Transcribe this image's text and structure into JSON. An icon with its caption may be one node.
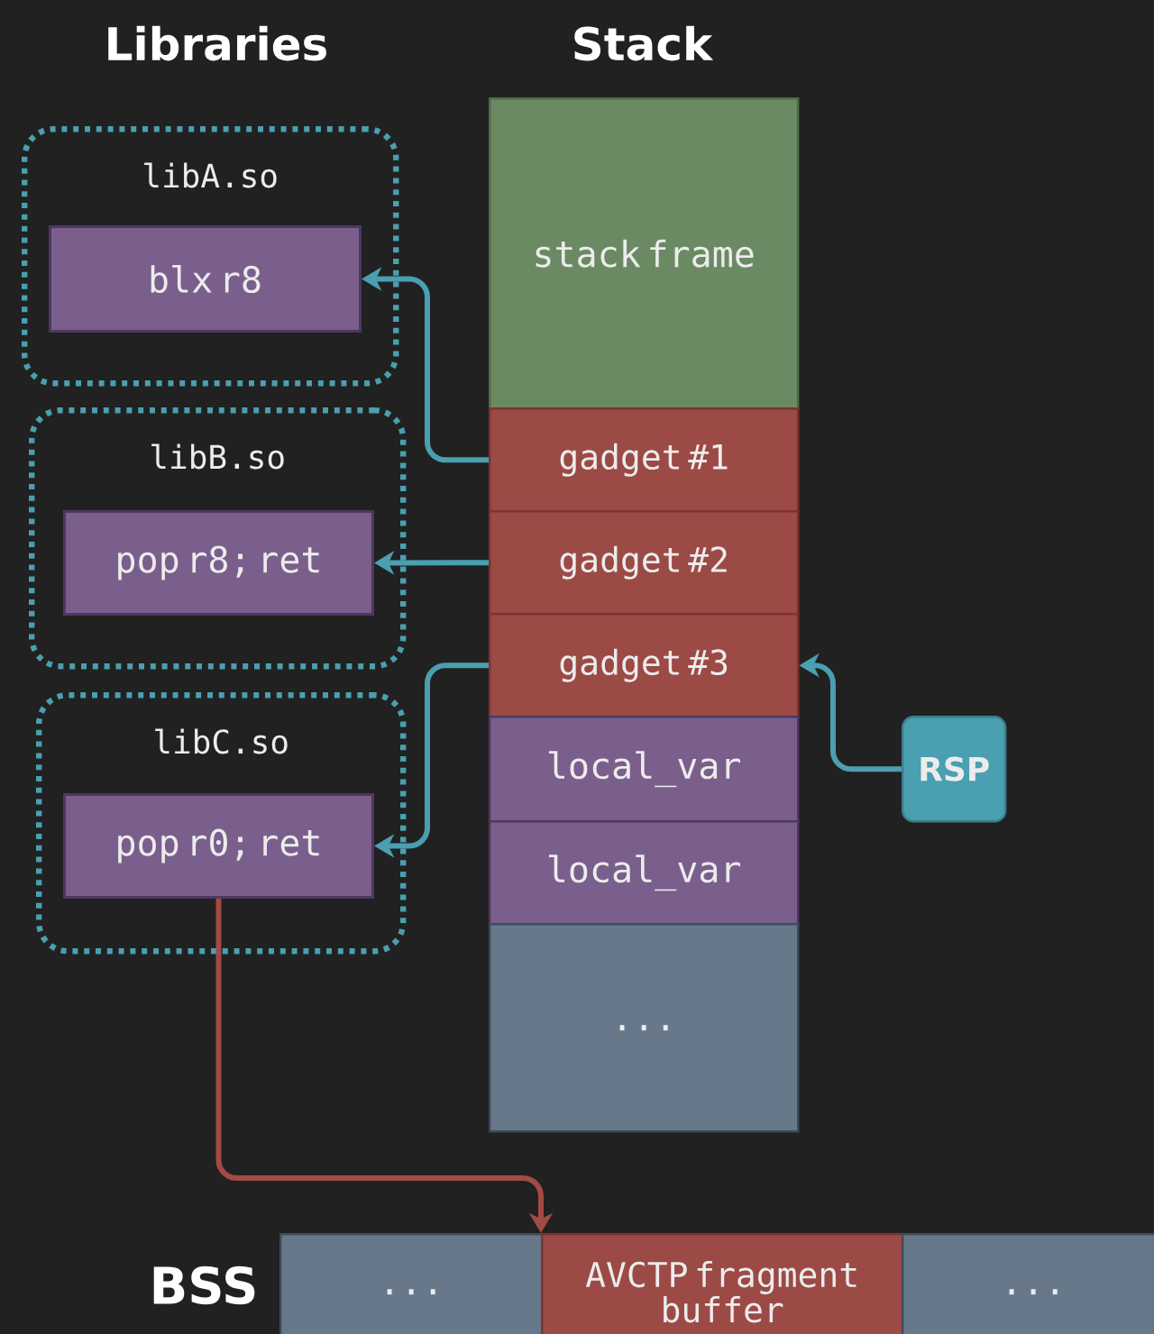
{
  "diagram": {
    "nodes": [
      {
        "text": [
          "libA.so"
        ]
      },
      {
        "text": [
          "blx r8"
        ],
        "in": 0
      },
      {
        "text": [
          "libB.so"
        ]
      },
      {
        "text": [
          "pop r8; ret"
        ],
        "in": 2
      },
      {
        "text": [
          "libC.so"
        ]
      },
      {
        "text": [
          "pop r0; ret"
        ],
        "in": 4
      },
      {
        "text": [
          "stack frame"
        ]
      },
      {
        "text": [
          "gadget #1"
        ]
      },
      {
        "text": [
          "gadget #2"
        ]
      },
      {
        "text": [
          "gadget #3"
        ]
      },
      {
        "text": [
          "local_var"
        ]
      },
      {
        "text": [
          "local_var"
        ]
      },
      {
        "text": [
          "..."
        ]
      },
      {
        "text": [
          "RSP"
        ]
      },
      {
        "text": [
          "..."
        ]
      },
      {
        "text": [
          "AVCTP fragment buffer"
        ]
      },
      {
        "text": [
          "..."
        ]
      }
    ],
    "edges": [
      {
        "from": 7,
        "to": 1,
        "arrow": "to"
      },
      {
        "from": 8,
        "to": 3,
        "arrow": "to"
      },
      {
        "from": 9,
        "to": 5,
        "arrow": "to"
      },
      {
        "from": 13,
        "to": 9,
        "arrow": "to"
      },
      {
        "from": 5,
        "to": 15,
        "arrow": "to",
        "color": "#a34a45"
      }
    ],
    "labels": [
      "Libraries",
      "Stack",
      "BSS"
    ]
  }
}
